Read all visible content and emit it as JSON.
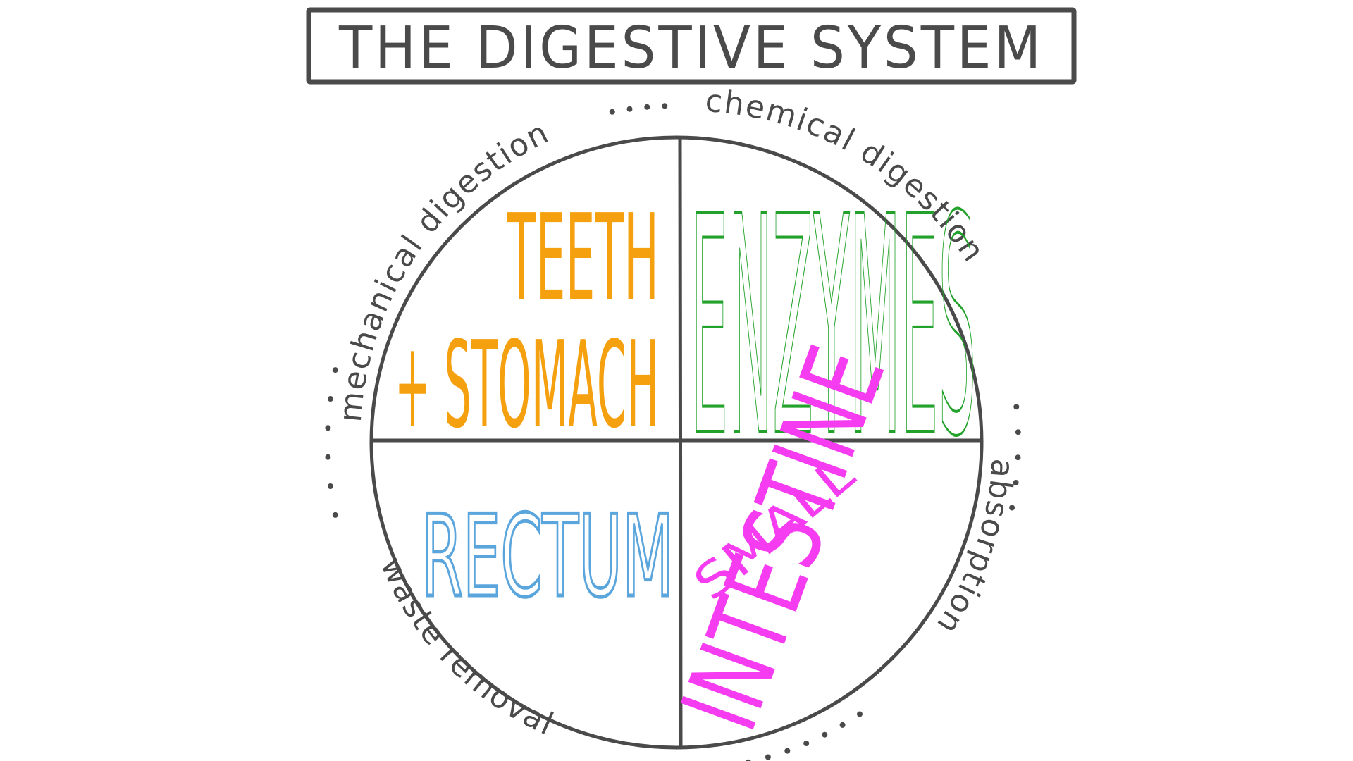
{
  "title": "THE DIGESTIVE SYSTEM",
  "colors": {
    "ink": "#4a4a4a",
    "orange": "#f5a00f",
    "green": "#22a22a",
    "blue": "#5aa5dc",
    "magenta": "#f53cf0",
    "background": "#ffffff"
  },
  "quadrants": {
    "top_left": {
      "lines": [
        "TEETH",
        "+ STOMACH"
      ],
      "color_key": "orange"
    },
    "top_right": {
      "lines": [
        "ENZYMES"
      ],
      "color_key": "green"
    },
    "bottom_left": {
      "lines": [
        "RECTUM"
      ],
      "color_key": "blue"
    },
    "bottom_right": {
      "lines": [
        "SMALL",
        "INTESTINE"
      ],
      "color_key": "magenta"
    }
  },
  "outer_labels": {
    "mechanical": "mechanical digestion",
    "chemical": "chemical digestion",
    "absorption": "absorption",
    "waste": "waste removal"
  }
}
